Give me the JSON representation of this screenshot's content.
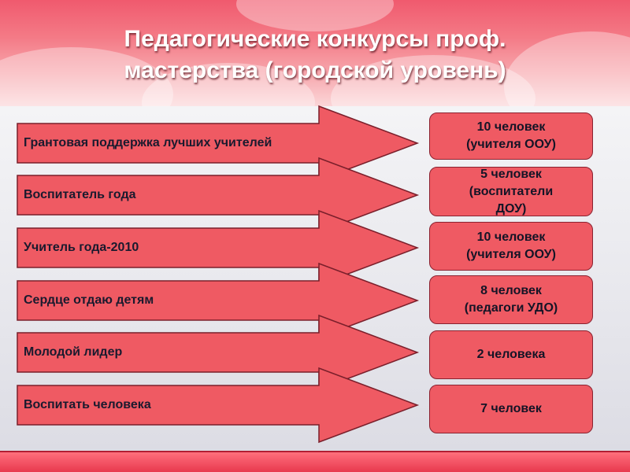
{
  "slide": {
    "title": "Педагогические конкурсы проф.\nмастерства (городской уровень)"
  },
  "rows": [
    {
      "contest": "Грантовая поддержка лучших учителей",
      "result": "10 человек\n(учителя ООУ)"
    },
    {
      "contest": "Воспитатель года",
      "result": "5 человек\n(воспитатели\nДОУ)"
    },
    {
      "contest": "Учитель года-2010",
      "result": "10 человек\n(учителя ООУ)"
    },
    {
      "contest": "Сердце отдаю детям",
      "result": "8 человек\n(педагоги УДО)"
    },
    {
      "contest": "Молодой лидер",
      "result": "2 человека"
    },
    {
      "contest": "Воспитать человека",
      "result": "7 человек"
    }
  ],
  "colors": {
    "arrow_fill": "#ef5a63",
    "arrow_stroke": "#7a1f2b",
    "box_fill": "#ef5a63",
    "title_text": "#ffffff"
  }
}
